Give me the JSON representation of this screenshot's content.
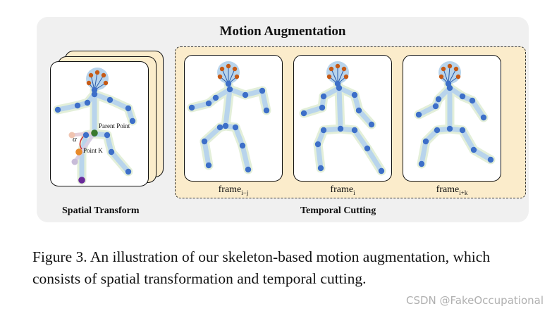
{
  "title": "Motion Augmentation",
  "spatial": {
    "caption": "Spatial Transform",
    "parent_point_label": "Parent Point",
    "point_k_label": "Point K",
    "alpha_label": "α"
  },
  "temporal": {
    "caption": "Temporal Cutting",
    "frames": [
      {
        "base": "frame",
        "sub": "i−j"
      },
      {
        "base": "frame",
        "sub": "i"
      },
      {
        "base": "frame",
        "sub": "i+k"
      }
    ]
  },
  "figure_caption": "Figure 3. An illustration of our skeleton-based motion augmentation, which consists of spatial transformation and temporal cutting.",
  "watermark": "CSDN @FakeOccupational",
  "colors": {
    "bone": "#b8d4ec",
    "glow": "#e3efd9",
    "joint": "#3d6fc8",
    "head_joint": "#c65a16",
    "parent_point": "#3a7a2e",
    "point_k": "#e88a2a",
    "moved_point": "#6a2a9a"
  }
}
